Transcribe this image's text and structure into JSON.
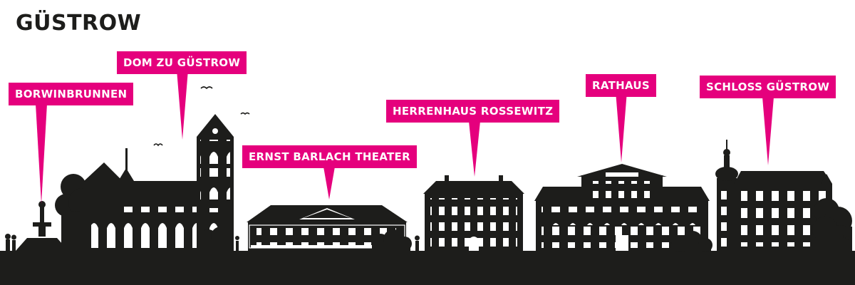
{
  "city_name": "GÜSTROW",
  "accent_color": "#e5007d",
  "silhouette_color": "#1d1d1b",
  "landmarks": [
    {
      "label": "BORWINBRUNNEN"
    },
    {
      "label": "DOM ZU GÜSTROW"
    },
    {
      "label": "ERNST BARLACH THEATER"
    },
    {
      "label": "HERRENHAUS ROSSEWITZ"
    },
    {
      "label": "RATHAUS"
    },
    {
      "label": "SCHLOSS GÜSTROW"
    }
  ]
}
